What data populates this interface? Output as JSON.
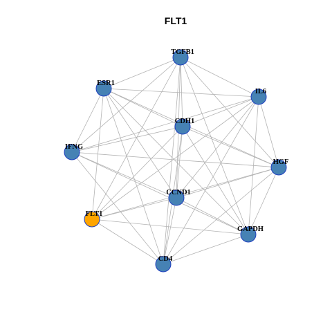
{
  "title": "FLT1",
  "colors": {
    "node_default": "#4682b4",
    "node_highlight": "#ffa500",
    "node_border": "#1f3fbf",
    "edge": "#b3b3b3"
  },
  "nodes": [
    {
      "id": "TGFB1",
      "label": "TGFB1",
      "highlight": false
    },
    {
      "id": "ESR1",
      "label": "ESR1",
      "highlight": false
    },
    {
      "id": "IL6",
      "label": "IL6",
      "highlight": false
    },
    {
      "id": "CDH1",
      "label": "CDH1",
      "highlight": false
    },
    {
      "id": "IFNG",
      "label": "IFNG",
      "highlight": false
    },
    {
      "id": "HGF",
      "label": "HGF",
      "highlight": false
    },
    {
      "id": "CCND1",
      "label": "CCND1",
      "highlight": false
    },
    {
      "id": "FLT1",
      "label": "FLT1",
      "highlight": true
    },
    {
      "id": "GAPDH",
      "label": "GAPDH",
      "highlight": false
    },
    {
      "id": "CD4",
      "label": "CD4",
      "highlight": false
    }
  ],
  "edges": [
    [
      "TGFB1",
      "ESR1"
    ],
    [
      "TGFB1",
      "IL6"
    ],
    [
      "TGFB1",
      "CDH1"
    ],
    [
      "TGFB1",
      "IFNG"
    ],
    [
      "TGFB1",
      "HGF"
    ],
    [
      "TGFB1",
      "CCND1"
    ],
    [
      "TGFB1",
      "FLT1"
    ],
    [
      "TGFB1",
      "GAPDH"
    ],
    [
      "TGFB1",
      "CD4"
    ],
    [
      "ESR1",
      "IL6"
    ],
    [
      "ESR1",
      "CDH1"
    ],
    [
      "ESR1",
      "IFNG"
    ],
    [
      "ESR1",
      "HGF"
    ],
    [
      "ESR1",
      "CCND1"
    ],
    [
      "ESR1",
      "FLT1"
    ],
    [
      "ESR1",
      "GAPDH"
    ],
    [
      "ESR1",
      "CD4"
    ],
    [
      "IL6",
      "CDH1"
    ],
    [
      "IL6",
      "IFNG"
    ],
    [
      "IL6",
      "HGF"
    ],
    [
      "IL6",
      "CCND1"
    ],
    [
      "IL6",
      "FLT1"
    ],
    [
      "IL6",
      "GAPDH"
    ],
    [
      "IL6",
      "CD4"
    ],
    [
      "CDH1",
      "IFNG"
    ],
    [
      "CDH1",
      "HGF"
    ],
    [
      "CDH1",
      "CCND1"
    ],
    [
      "CDH1",
      "FLT1"
    ],
    [
      "CDH1",
      "GAPDH"
    ],
    [
      "CDH1",
      "CD4"
    ],
    [
      "IFNG",
      "HGF"
    ],
    [
      "IFNG",
      "CCND1"
    ],
    [
      "IFNG",
      "GAPDH"
    ],
    [
      "IFNG",
      "CD4"
    ],
    [
      "HGF",
      "CCND1"
    ],
    [
      "HGF",
      "FLT1"
    ],
    [
      "HGF",
      "GAPDH"
    ],
    [
      "HGF",
      "CD4"
    ],
    [
      "CCND1",
      "FLT1"
    ],
    [
      "CCND1",
      "GAPDH"
    ],
    [
      "CCND1",
      "CD4"
    ],
    [
      "FLT1",
      "GAPDH"
    ],
    [
      "FLT1",
      "CD4"
    ],
    [
      "GAPDH",
      "CD4"
    ]
  ]
}
